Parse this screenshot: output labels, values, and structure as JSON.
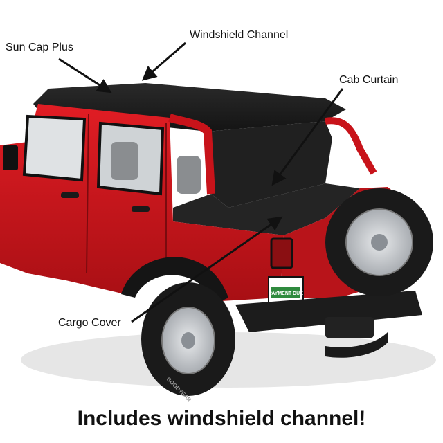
{
  "labels": {
    "sun_cap_plus": "Sun Cap Plus",
    "windshield_channel": "Windshield Channel",
    "cab_curtain": "Cab Curtain",
    "cargo_cover": "Cargo Cover"
  },
  "plate": {
    "text": "PAYMENT DUE"
  },
  "tire_brand": "GOODYEAR",
  "caption": "Includes windshield channel!",
  "colors": {
    "body_red": "#d0161c",
    "top_black": "#1b1b1b",
    "tire_black": "#1a1a1a",
    "wheel_silver": "#c9ccd0",
    "plate_green": "#2f8a3e"
  }
}
